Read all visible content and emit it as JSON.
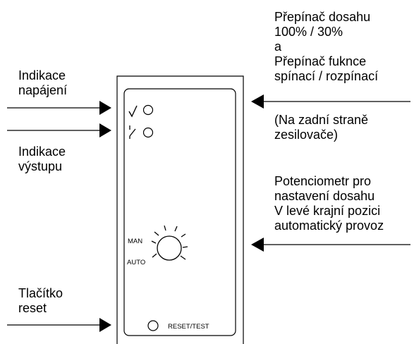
{
  "left_labels": {
    "power_indication": "Indikace\nnapájení",
    "output_indication": "Indikace\nvýstupu",
    "reset_button": "Tlačítko\nreset"
  },
  "right_labels": {
    "range_switch": "Přepínač dosahu\n100% / 30%\na\nPřepínač fuknce\nspínací / rozpínací",
    "back_side_note": "(Na zadní straně\nzesilovače)",
    "potentiometer": "Potenciometr pro\nnastavení dosahu\nV levé krajní pozici\nautomatický provoz"
  },
  "panel": {
    "man_label": "MAN",
    "auto_label": "AUTO",
    "reset_test_label": "RESET/TEST",
    "power_symbol": "checkmark-symbol",
    "output_symbol": "switch-contact-symbol"
  },
  "colors": {
    "line": "#000000",
    "background": "#ffffff"
  }
}
